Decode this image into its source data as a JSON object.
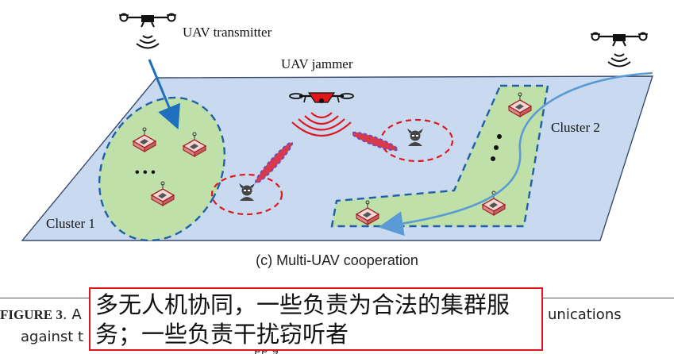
{
  "labels": {
    "uav_transmitter": "UAV transmitter",
    "uav_jammer": "UAV jammer",
    "cluster1": "Cluster 1",
    "cluster2": "Cluster 2",
    "cluster1_ellipsis": "• • •",
    "subcaption": "(c)  Multi-UAV cooperation"
  },
  "figure_caption": {
    "fig_label": "FIGURE 3",
    "line1_visible": ". A",
    "line1_tail": "unications",
    "line2_visible": "against t",
    "line2_tail": "pp g"
  },
  "annotation": {
    "text": "多无人机协同，一些负责为合法的集群服务；一些负责干扰窃听者"
  },
  "colors": {
    "plane_fill": "#c9daf0",
    "cluster_fill": "#bfe0a8",
    "cluster_border": "#1d5fa8",
    "arrow_blue": "#1f6fbf",
    "path_blue": "#5b9bd5",
    "jammer_red": "#e0161b",
    "eavesdropper_circle": "#e0161b",
    "annotation_border": "#e0161b"
  }
}
